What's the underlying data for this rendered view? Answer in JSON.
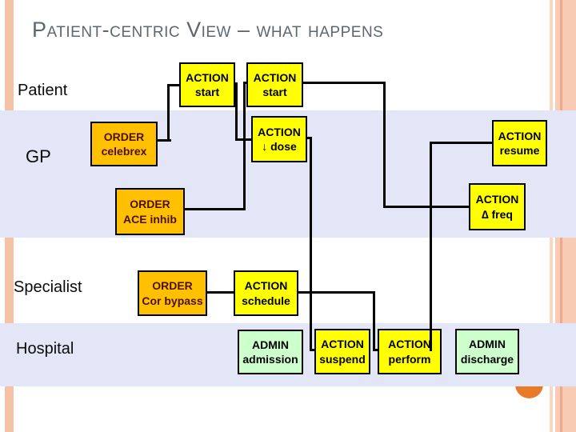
{
  "title": "Patient-centric View – what happens",
  "lanes": [
    {
      "label": "Patient"
    },
    {
      "label": "GP"
    },
    {
      "label": "Specialist"
    },
    {
      "label": "Hospital"
    }
  ],
  "nodes": [
    {
      "id": "action-start-1",
      "line1": "ACTION",
      "line2": "start",
      "kind": "action",
      "lane": "Patient"
    },
    {
      "id": "action-start-2",
      "line1": "ACTION",
      "line2": "start",
      "kind": "action",
      "lane": "Patient"
    },
    {
      "id": "order-celebrex",
      "line1": "ORDER",
      "line2": "celebrex",
      "kind": "order",
      "lane": "GP"
    },
    {
      "id": "action-dose",
      "line1": "ACTION",
      "line2": "↓ dose",
      "kind": "action",
      "lane": "GP"
    },
    {
      "id": "action-resume",
      "line1": "ACTION",
      "line2": "resume",
      "kind": "action",
      "lane": "GP"
    },
    {
      "id": "order-ace-inhib",
      "line1": "ORDER",
      "line2": "ACE inhib",
      "kind": "order",
      "lane": "GP"
    },
    {
      "id": "action-freq",
      "line1": "ACTION",
      "line2": "∆ freq",
      "kind": "action",
      "lane": "GP"
    },
    {
      "id": "order-cor-bypass",
      "line1": "ORDER",
      "line2": "Cor bypass",
      "kind": "order",
      "lane": "Specialist"
    },
    {
      "id": "action-schedule",
      "line1": "ACTION",
      "line2": "schedule",
      "kind": "action",
      "lane": "Specialist"
    },
    {
      "id": "admin-admission",
      "line1": "ADMIN",
      "line2": "admission",
      "kind": "admin",
      "lane": "Hospital"
    },
    {
      "id": "action-suspend",
      "line1": "ACTION",
      "line2": "suspend",
      "kind": "action",
      "lane": "Hospital"
    },
    {
      "id": "action-perform",
      "line1": "ACTION",
      "line2": "perform",
      "kind": "action",
      "lane": "Hospital"
    },
    {
      "id": "admin-discharge",
      "line1": "ADMIN",
      "line2": "discharge",
      "kind": "admin",
      "lane": "Hospital"
    }
  ],
  "colors": {
    "action_fill": "#FFFF00",
    "order_fill": "#FFC000",
    "admin_fill": "#CCFFCC",
    "lane_fill": "#E3E6F6",
    "title_text": "#5C676F",
    "order_text": "#4A1004",
    "connector": "#000000",
    "accent_stripe": "#F8CBB4",
    "accent_circle": "#E87A28"
  }
}
